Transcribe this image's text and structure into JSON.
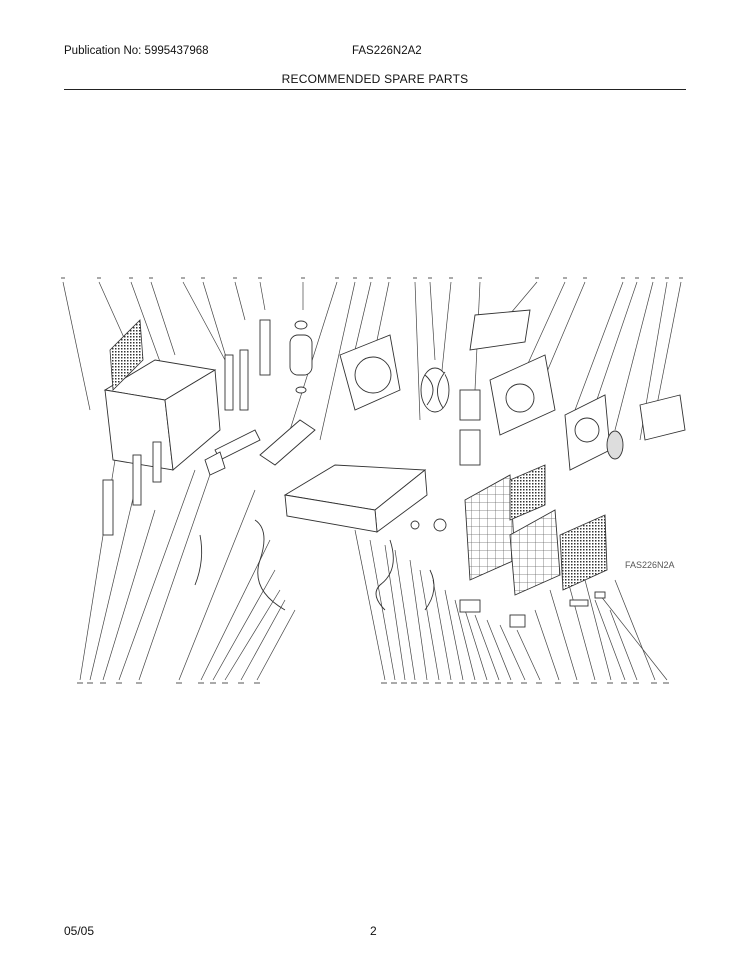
{
  "header": {
    "publication": "Publication No: 5995437968",
    "model": "FAS226N2A2",
    "title": "RECOMMENDED SPARE PARTS"
  },
  "diagram": {
    "stamp": "FAS226N2A"
  },
  "footer": {
    "date": "05/05",
    "page": "2"
  }
}
